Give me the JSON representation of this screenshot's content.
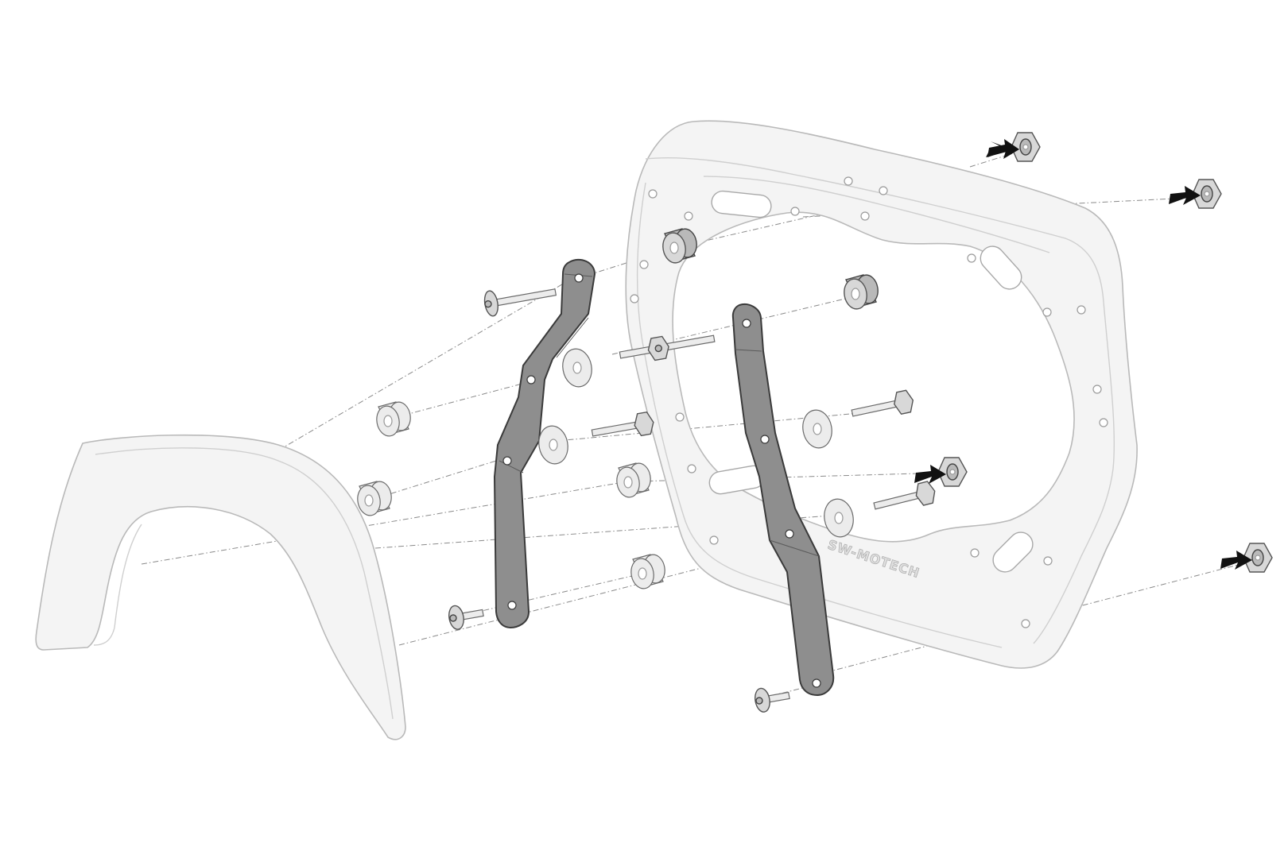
{
  "figure": {
    "frame_brand_text": "SW-MOTECH"
  },
  "colors": {
    "frame_fill": "#f4f4f4",
    "frame_stroke": "#b9b9b9",
    "bracket_fill": "#8e8e8e",
    "hardware_fill": "#d8d8d8",
    "arrow": "#111111"
  },
  "parts": [
    "left-bag-shell",
    "right-mount-frame",
    "left-adapter-bracket",
    "right-adapter-bracket",
    "spacers",
    "washers",
    "bolts",
    "lock-nuts"
  ]
}
